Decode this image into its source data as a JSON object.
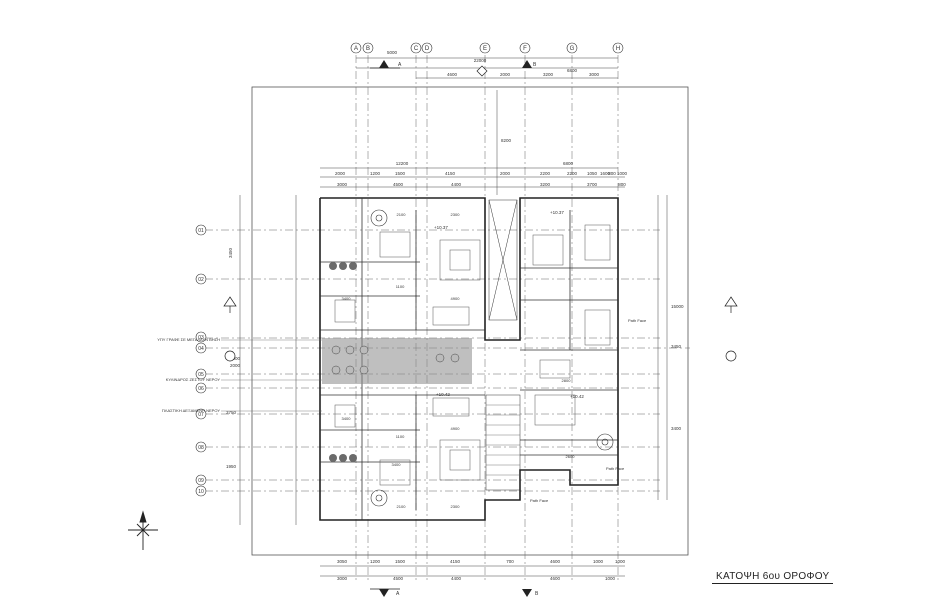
{
  "title": "ΚΑΤΟΨΗ 6ου ΟΡΟΦΟΥ",
  "grid_columns": [
    "A",
    "B",
    "C",
    "D",
    "E",
    "F",
    "G",
    "H"
  ],
  "grid_rows": [
    "01",
    "02",
    "03",
    "04",
    "05",
    "06",
    "07",
    "08",
    "09",
    "10"
  ],
  "section_marks": [
    "A",
    "B"
  ],
  "side_notes": [
    "ΥΠΥ ΓΡΑΦΕ ΣΕ ΜΕΓΑΛΑΥΝ ΒΗΣΗ",
    "ΚΥΛΙΝΔΡΟΣ ΖΕΣΤΟΥ ΝΕΡΟΥ",
    "ΠΛΑΣΤΙΚΗ ΔΕΞΑΜΕΝΗ ΝΕΡΟΥ"
  ],
  "path_labels": [
    "Path Face",
    "Path Face",
    "Path Face"
  ],
  "levels": [
    "+10.37",
    "+10.37",
    "+10.42",
    "+10.42"
  ],
  "top_dims": {
    "overall": "22000",
    "row1": [
      "5000",
      "4600",
      "2000",
      "6800"
    ],
    "row1b": [
      "3200",
      "3000"
    ],
    "row2": [
      "12200",
      "6800"
    ],
    "row3": [
      "2000",
      "1200",
      "1500",
      "4150",
      "2000",
      "2200",
      "2200",
      "1050",
      "1600",
      "800",
      "1000"
    ],
    "row4": [
      "3000",
      "4500",
      "4400",
      "3200",
      "3700",
      "800"
    ]
  },
  "bottom_dims": {
    "row1": [
      "3050",
      "1200",
      "1500",
      "4150",
      "700",
      "4600",
      "1000",
      "1000"
    ],
    "row2": [
      "3000",
      "4500",
      "4400",
      "4600",
      "1000"
    ]
  },
  "left_dims": [
    "3450",
    "2000",
    "2000",
    "3750",
    "1950"
  ],
  "right_dims": [
    "15000",
    "3450",
    "3400"
  ],
  "vertical_dim": "8200",
  "room_dims": [
    "2100",
    "2300",
    "2100",
    "2300",
    "3400",
    "3400",
    "1100",
    "1100",
    "4900",
    "4900",
    "3400",
    "2800",
    "2600"
  ]
}
